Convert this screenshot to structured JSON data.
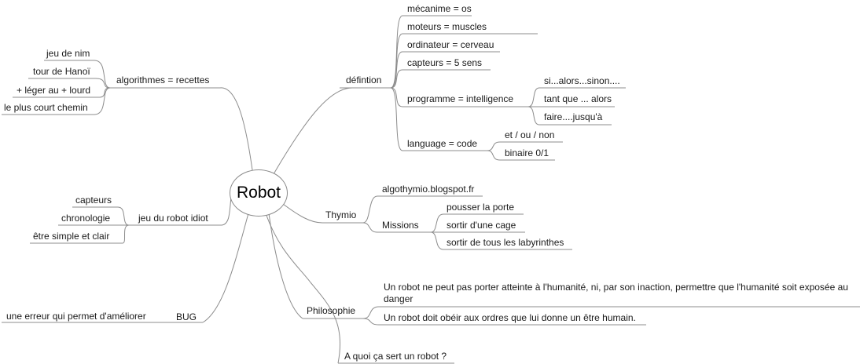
{
  "central": "Robot",
  "left": {
    "algorithmes": {
      "label": "algorithmes = recettes",
      "children": [
        "jeu de nim",
        "tour de Hanoï",
        "+ léger au + lourd",
        "le plus court chemin"
      ]
    },
    "jeu": {
      "label": "jeu du robot idiot",
      "children": [
        "capteurs",
        "chronologie",
        "être simple et clair"
      ]
    },
    "bug": {
      "label": "BUG",
      "children": [
        "une erreur qui permet d'améliorer"
      ]
    }
  },
  "right": {
    "definition": {
      "label": "défintion",
      "children": [
        "mécanime = os",
        "moteurs = muscles",
        "ordinateur = cerveau",
        "capteurs = 5 sens",
        "programme = intelligence",
        "language = code"
      ],
      "programme_children": [
        "si...alors...sinon....",
        "tant que ... alors",
        "faire....jusqu'à"
      ],
      "language_children": [
        "et / ou / non",
        "binaire 0/1"
      ]
    },
    "thymio": {
      "label": "Thymio",
      "children": [
        "algothymio.blogspot.fr",
        "Missions"
      ],
      "missions_children": [
        "pousser la porte",
        "sortir d'une cage",
        "sortir de tous les labyrinthes"
      ]
    },
    "philosophie": {
      "label": "Philosophie",
      "children": [
        "Un robot ne peut pas porter atteinte à l'humanité, ni, par son inaction, permettre que l'humanité soit exposée au danger",
        "Un robot doit obéir aux ordres que lui donne un être humain."
      ]
    },
    "question": {
      "label": "A quoi ça sert un robot ?"
    }
  }
}
